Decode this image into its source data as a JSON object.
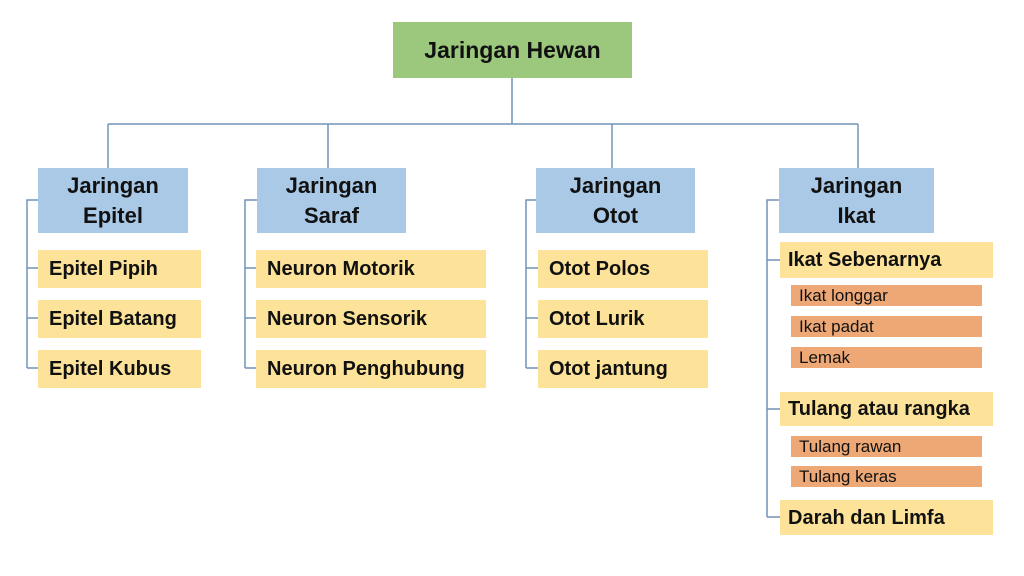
{
  "diagram": {
    "root": {
      "label": "Jaringan Hewan"
    },
    "branches": [
      {
        "title_lines": [
          "Jaringan",
          "Epitel"
        ],
        "items": [
          {
            "label": "Epitel Pipih"
          },
          {
            "label": "Epitel Batang"
          },
          {
            "label": "Epitel Kubus"
          }
        ]
      },
      {
        "title_lines": [
          "Jaringan",
          "Saraf"
        ],
        "items": [
          {
            "label": "Neuron Motorik"
          },
          {
            "label": "Neuron Sensorik"
          },
          {
            "label": "Neuron Penghubung"
          }
        ]
      },
      {
        "title_lines": [
          "Jaringan",
          "Otot"
        ],
        "items": [
          {
            "label": "Otot Polos"
          },
          {
            "label": "Otot Lurik"
          },
          {
            "label": "Otot jantung"
          }
        ]
      },
      {
        "title_lines": [
          "Jaringan",
          "Ikat"
        ],
        "items": [
          {
            "label": "Ikat Sebenarnya"
          },
          {
            "label": "Ikat longgar",
            "type": "sub"
          },
          {
            "label": "Ikat padat",
            "type": "sub"
          },
          {
            "label": "Lemak",
            "type": "sub"
          },
          {
            "label": "Tulang atau rangka"
          },
          {
            "label": "Tulang rawan",
            "type": "sub"
          },
          {
            "label": "Tulang keras",
            "type": "sub"
          },
          {
            "label": "Darah dan Limfa"
          }
        ]
      }
    ]
  },
  "colors": {
    "root_bg": "#9cc87e",
    "branch_bg": "#a9c9e6",
    "item_bg": "#fde399",
    "subitem_bg": "#eda876",
    "connector": "#7492b8",
    "text": "#111111"
  }
}
